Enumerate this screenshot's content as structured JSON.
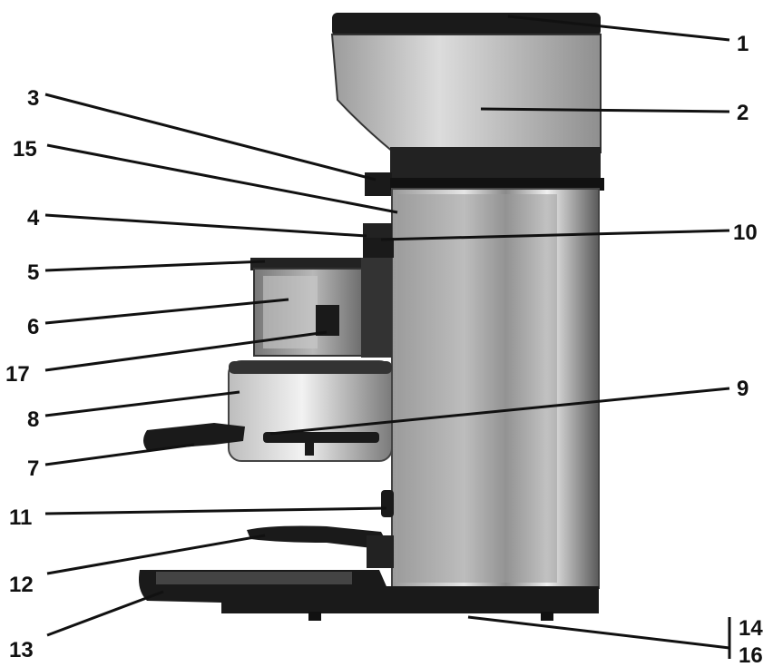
{
  "figure": {
    "kind": "exploded-label diagram",
    "subject": "coffee grinder (side view)",
    "callouts": [
      {
        "id": "c1",
        "label": "1"
      },
      {
        "id": "c2",
        "label": "2"
      },
      {
        "id": "c3",
        "label": "3"
      },
      {
        "id": "c15",
        "label": "15"
      },
      {
        "id": "c4",
        "label": "4"
      },
      {
        "id": "c10",
        "label": "10"
      },
      {
        "id": "c5",
        "label": "5"
      },
      {
        "id": "c6",
        "label": "6"
      },
      {
        "id": "c17",
        "label": "17"
      },
      {
        "id": "c9",
        "label": "9"
      },
      {
        "id": "c8",
        "label": "8"
      },
      {
        "id": "c7",
        "label": "7"
      },
      {
        "id": "c11",
        "label": "11"
      },
      {
        "id": "c12",
        "label": "12"
      },
      {
        "id": "c13",
        "label": "13"
      },
      {
        "id": "c14",
        "label": "14"
      },
      {
        "id": "c16",
        "label": "16"
      }
    ]
  },
  "colors": {
    "ink": "#111111",
    "steel_light": "#d9d9d9",
    "steel_dark": "#6f6f6f",
    "black_plastic": "#1a1a1a",
    "hopper": "#bcbcbc"
  }
}
